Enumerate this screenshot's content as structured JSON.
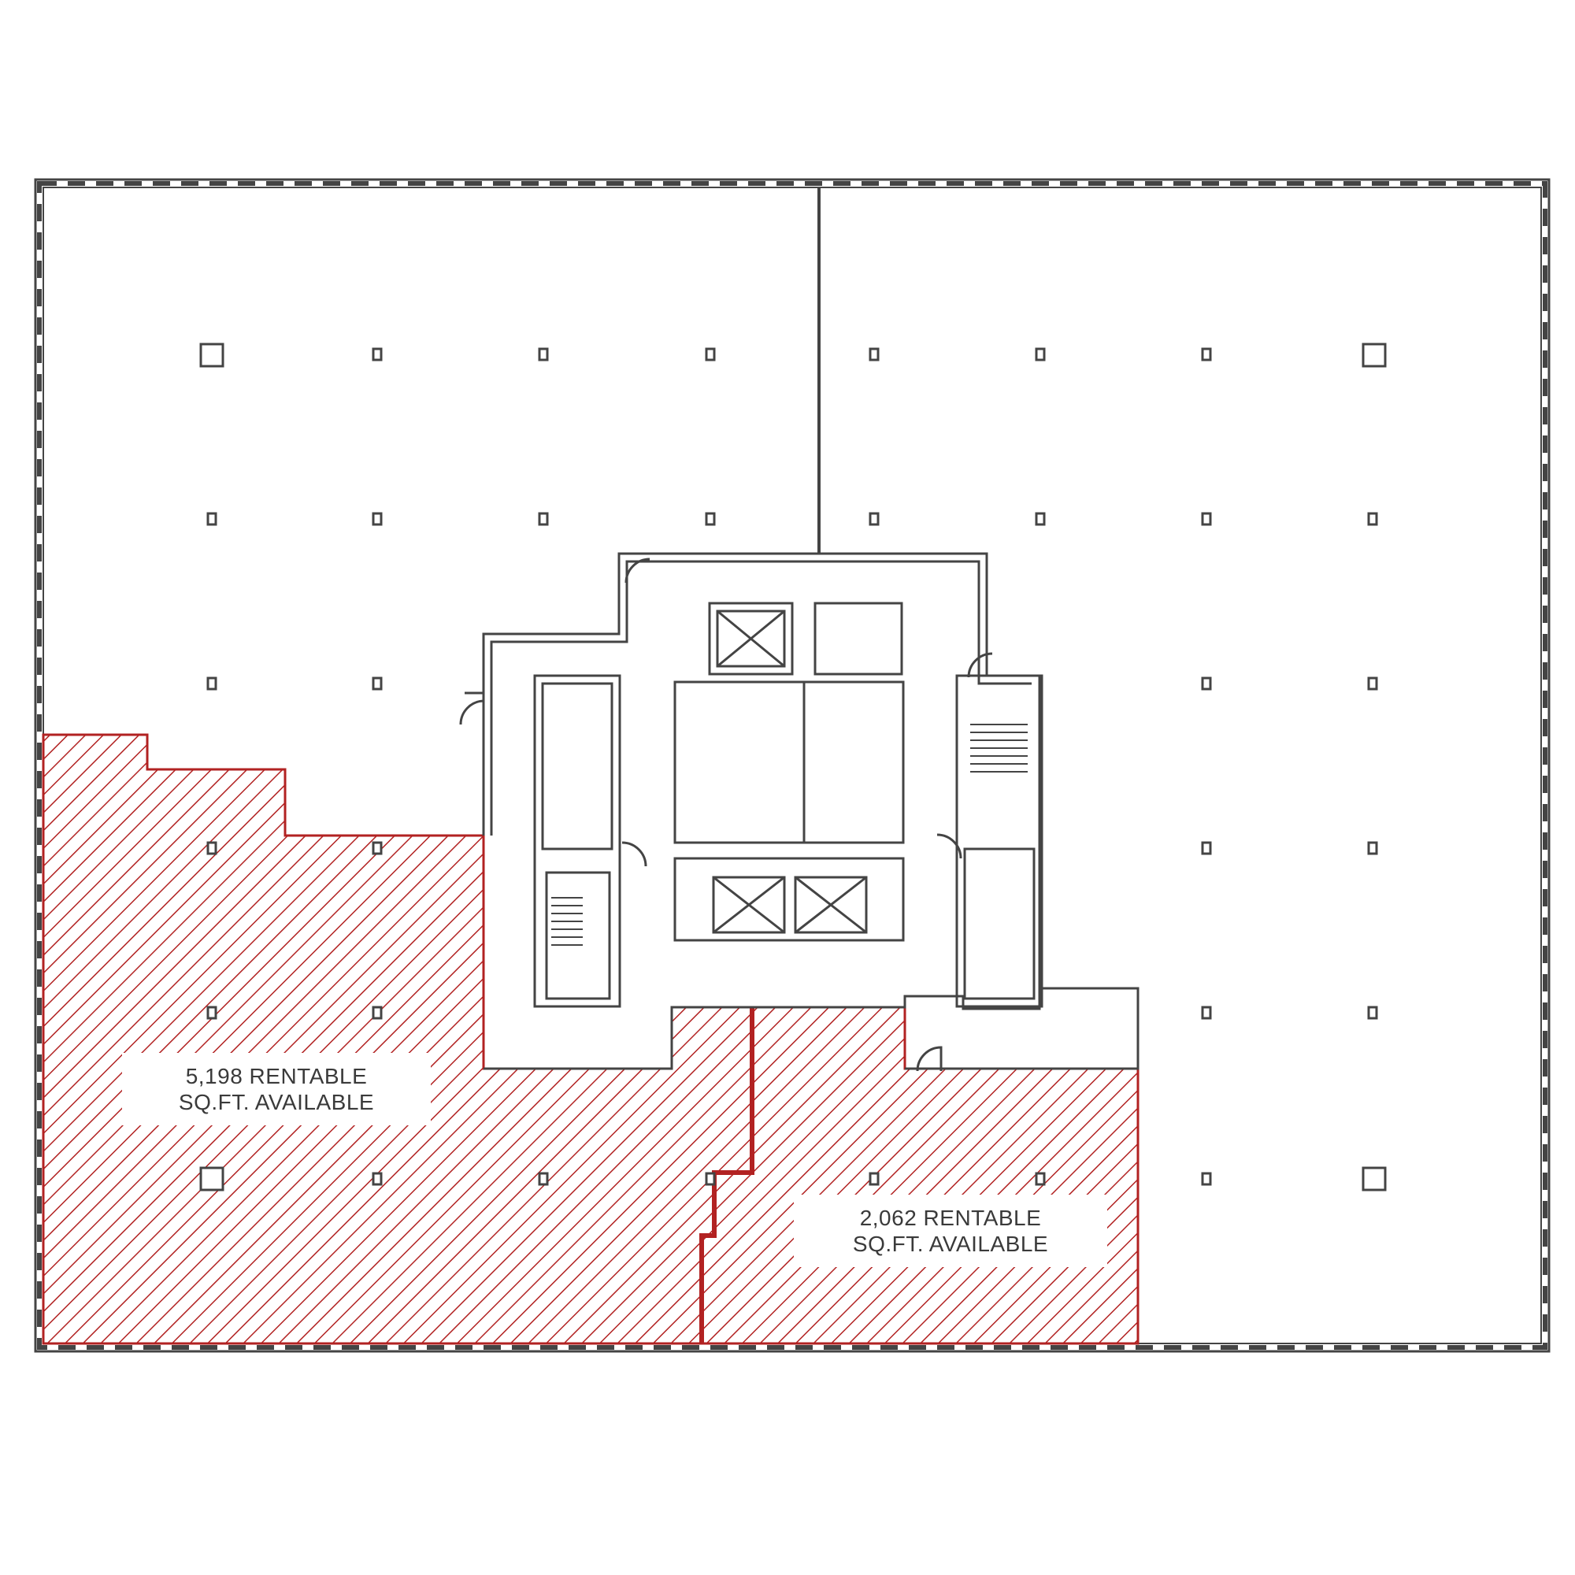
{
  "colors": {
    "available_hatch": "#b22222",
    "wall": "#444444",
    "background": "#ffffff"
  },
  "spaces": [
    {
      "id": "space-a",
      "status": "available",
      "label_line1": "5,198 RENTABLE",
      "label_line2": "SQ.FT. AVAILABLE"
    },
    {
      "id": "space-b",
      "status": "available",
      "label_line1": "2,062 RENTABLE",
      "label_line2": "SQ.FT. AVAILABLE"
    }
  ]
}
